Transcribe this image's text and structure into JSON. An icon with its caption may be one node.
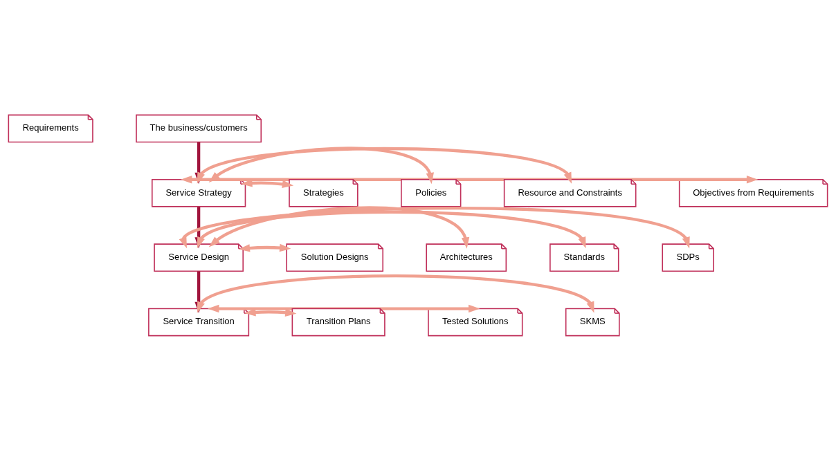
{
  "diagram": {
    "nodes": [
      {
        "text": [
          "Requirements"
        ]
      },
      {
        "text": [
          "The business/customers"
        ]
      },
      {
        "text": [
          "Service Strategy"
        ]
      },
      {
        "text": [
          "Objectives from Requirements"
        ]
      },
      {
        "text": [
          "Resource and Constraints"
        ]
      },
      {
        "text": [
          "Policies"
        ]
      },
      {
        "text": [
          "Strategies"
        ]
      },
      {
        "text": [
          "Service Design"
        ]
      },
      {
        "text": [
          "SDPs"
        ]
      },
      {
        "text": [
          "Standards"
        ]
      },
      {
        "text": [
          "Architectures"
        ]
      },
      {
        "text": [
          "Solution Designs"
        ]
      },
      {
        "text": [
          "Service Transition"
        ]
      },
      {
        "text": [
          "SKMS"
        ]
      },
      {
        "text": [
          "Tested Solutions"
        ]
      },
      {
        "text": [
          "Transition Plans"
        ]
      }
    ],
    "edges": [
      {
        "from": 1,
        "to": 2,
        "arrow": "to",
        "color": "#a0143c"
      },
      {
        "from": 2,
        "to": 3,
        "arrow": "both"
      },
      {
        "from": 2,
        "to": 4,
        "arrow": "both"
      },
      {
        "from": 2,
        "to": 5,
        "arrow": "both"
      },
      {
        "from": 2,
        "to": 6,
        "arrow": "both"
      },
      {
        "from": 2,
        "to": 7,
        "arrow": "to",
        "color": "#a0143c"
      },
      {
        "from": 7,
        "to": 8,
        "arrow": "both"
      },
      {
        "from": 7,
        "to": 9,
        "arrow": "both"
      },
      {
        "from": 7,
        "to": 10,
        "arrow": "both"
      },
      {
        "from": 7,
        "to": 11,
        "arrow": "both"
      },
      {
        "from": 7,
        "to": 12,
        "arrow": "to",
        "color": "#a0143c"
      },
      {
        "from": 12,
        "to": 13,
        "arrow": "both"
      },
      {
        "from": 12,
        "to": 14,
        "arrow": "both"
      },
      {
        "from": 12,
        "to": 15,
        "arrow": "both"
      }
    ]
  }
}
